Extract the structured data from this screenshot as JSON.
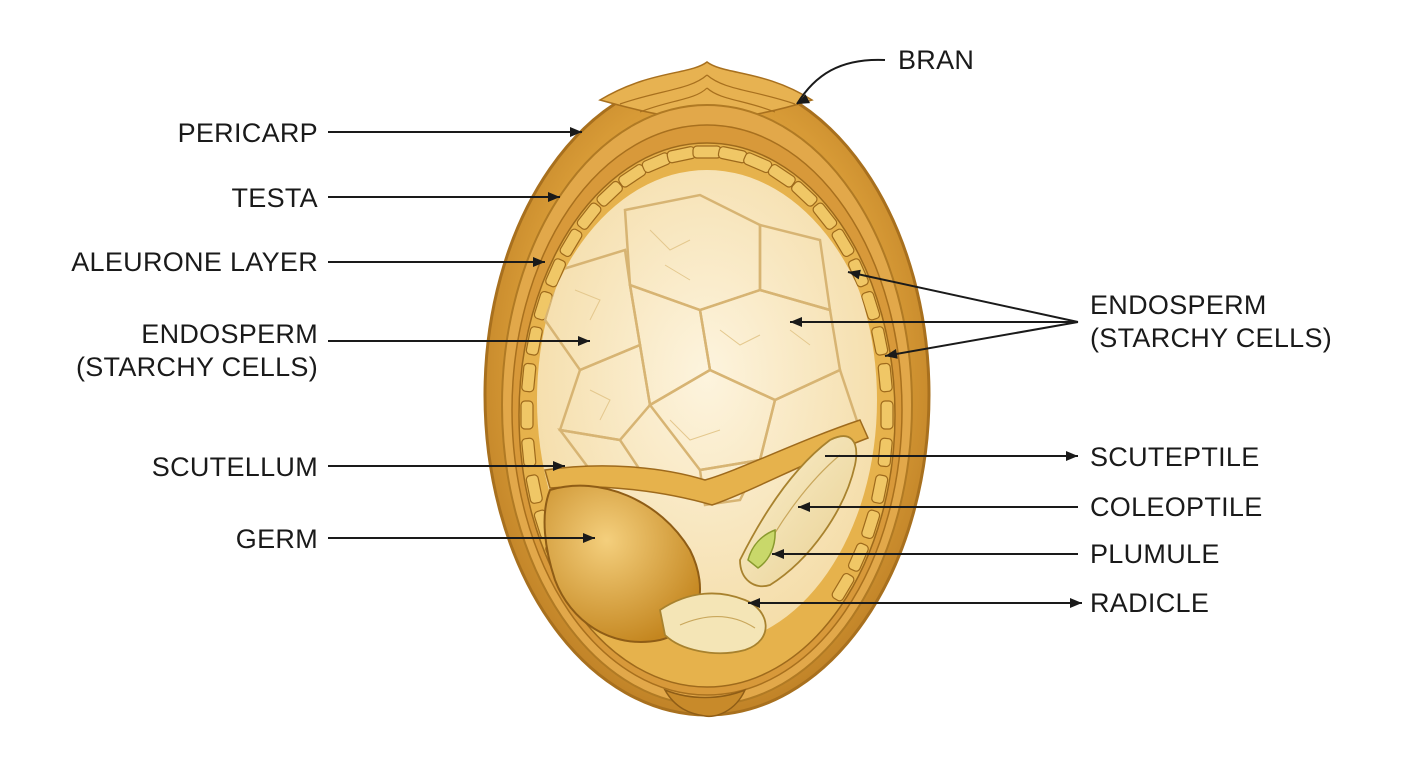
{
  "labels": {
    "bran": "BRAN",
    "pericarp": "PERICARP",
    "testa": "TESTA",
    "aleurone": "ALEURONE LAYER",
    "endosperm_left_1": "ENDOSPERM",
    "endosperm_left_2": "(STARCHY CELLS)",
    "scutellum": "SCUTELLUM",
    "germ": "GERM",
    "endosperm_right_1": "ENDOSPERM",
    "endosperm_right_2": "(STARCHY CELLS)",
    "scuteptile": "SCUTEPTILE",
    "coleoptile": "COLEOPTILE",
    "plumule": "PLUMULE",
    "radicle": "RADICLE"
  },
  "colors": {
    "bran_outer": "#c88a2a",
    "bran_inner": "#e0a846",
    "aleurone_cell": "#e8b94e",
    "endosperm_cell": "#fbefd2",
    "germ": "#d8982e",
    "coleoptile": "#f3e3b4",
    "plumule": "#c9d86a",
    "line": "#1a1a1a"
  }
}
